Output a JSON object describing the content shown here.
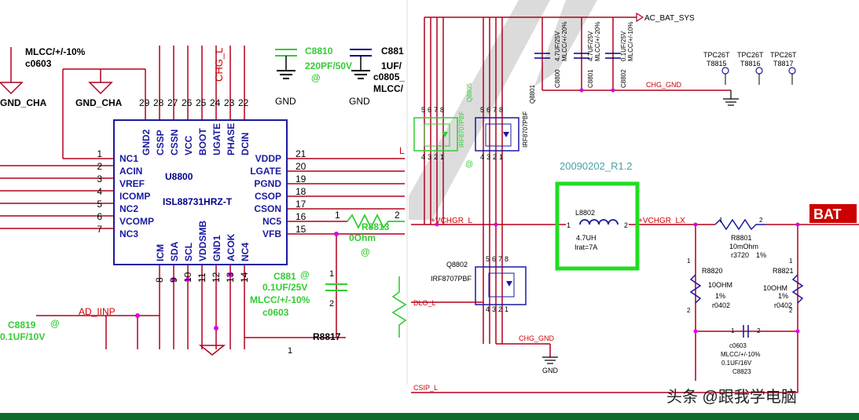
{
  "colors": {
    "wire": "#b2001d",
    "chip": "#1a1aa0",
    "label_red": "#cc0000",
    "label_green": "#33cc33",
    "highlight": "#22dd22",
    "bat_bg": "#cc0000",
    "footer": "#0e6b2c",
    "junction": "#e000e0"
  },
  "left": {
    "top_text_1": "MLCC/+/-10%",
    "top_text_2": "c0603",
    "gnd_left": "GND_CHA",
    "gnd_mid": "GND_CHA",
    "chg_label": "CHG_L",
    "c8810": {
      "name": "C8810",
      "value": "220PF/50V",
      "at": "@",
      "gnd": "GND"
    },
    "c881x": {
      "name": "C881",
      "value": "1UF/",
      "pkg": "c0805_",
      "mlcc": "MLCC/",
      "gnd": "GND"
    },
    "chip": {
      "ref": "U8800",
      "part": "ISL88731HRZ-T",
      "top_pin_names": [
        "GND2",
        "CSSP",
        "CSSN",
        "VCC",
        "BOOT",
        "UGATE",
        "PHASE",
        "DCIN"
      ],
      "top_pin_numbers": [
        "29",
        "28",
        "27",
        "26",
        "25",
        "24",
        "23",
        "22"
      ],
      "left_pins": [
        {
          "num": "1",
          "name": "NC1"
        },
        {
          "num": "2",
          "name": "ACIN"
        },
        {
          "num": "3",
          "name": "VREF"
        },
        {
          "num": "4",
          "name": "ICOMP"
        },
        {
          "num": "5",
          "name": "NC2"
        },
        {
          "num": "6",
          "name": "VCOMP"
        },
        {
          "num": "7",
          "name": "NC3"
        }
      ],
      "right_pins": [
        {
          "num": "21",
          "name": "VDDP"
        },
        {
          "num": "20",
          "name": "LGATE"
        },
        {
          "num": "19",
          "name": "PGND"
        },
        {
          "num": "18",
          "name": "CSOP"
        },
        {
          "num": "17",
          "name": "CSON"
        },
        {
          "num": "16",
          "name": "NC5"
        },
        {
          "num": "15",
          "name": "VFB"
        }
      ],
      "bottom_pin_names": [
        "ICM",
        "SDA",
        "SCL",
        "VDDSMB",
        "GND1",
        "ACOK",
        "NC4"
      ],
      "bottom_pin_numbers": [
        "8",
        "9",
        "10",
        "11",
        "12",
        "13",
        "14"
      ]
    },
    "r8813": {
      "pin1": "1",
      "pin2": "2",
      "name": "R8813",
      "value": "0Ohm",
      "at": "@"
    },
    "c881_bottom": {
      "name": "C881",
      "at": "@",
      "value": "0.1UF/25V",
      "mlcc": "MLCC/+/-10%",
      "pkg": "c0603",
      "pin1": "1",
      "pin2": "2"
    },
    "r8817": {
      "name": "R8817",
      "pin1": "1"
    },
    "c8819": {
      "name": "C8819",
      "at": "@",
      "value": "0.1UF/10V"
    },
    "ad_iinp": "AD_IINP"
  },
  "right": {
    "ac_bat_sys": "AC_BAT_SYS",
    "caps": [
      {
        "name": "C8800",
        "value": "4.7UF/25V",
        "mlcc": "MLCC/+/-20%"
      },
      {
        "name": "C8801",
        "value": "4.7UF/25V",
        "mlcc": "MLCC/+/-20%"
      },
      {
        "name": "C8802",
        "value": "0.1UF/25V",
        "mlcc": "MLCC/+/-10%"
      }
    ],
    "chg_gnd_top": "CHG_GND",
    "test_points": [
      {
        "type": "TPC26T",
        "name": "T8815"
      },
      {
        "type": "TPC26T",
        "name": "T8816"
      },
      {
        "type": "TPC26T",
        "name": "T8817"
      }
    ],
    "q8805": {
      "name": "Q8805",
      "part": "IRF8707PBF",
      "at": "@"
    },
    "q8801": {
      "name": "Q8801",
      "part": "IRF8707PBF"
    },
    "q8802": {
      "name": "Q8802",
      "part": "IRF8707PBF"
    },
    "mosfet_pins_top": [
      "5",
      "6",
      "7",
      "8"
    ],
    "mosfet_pins_bottom": [
      "4",
      "3",
      "2",
      "1"
    ],
    "version": "20090202_R1.2",
    "vchgr_l": "+VCHGR_L",
    "vchgr_lx": "+VCHGR_LX",
    "l8802": {
      "name": "L8802",
      "pin1": "1",
      "pin2": "2",
      "value": "4.7UH",
      "irat": "Irat=7A"
    },
    "bat": "BAT",
    "r8801": {
      "name": "R8801",
      "value": "10mOhm",
      "pkg": "r3720",
      "tol": "1%",
      "pin1": "1",
      "pin2": "2"
    },
    "r8820": {
      "name": "R8820",
      "value": "10OHM",
      "tol": "1%",
      "pkg": "r0402",
      "pin1": "1",
      "pin2": "2"
    },
    "r8821": {
      "name": "R8821",
      "value": "10OHM",
      "tol": "1%",
      "pkg": "r0402",
      "pin1": "1",
      "pin2": "2"
    },
    "c8823": {
      "name": "C8823",
      "pkg": "c0603",
      "mlcc": "MLCC/+/-10%",
      "value": "0.1UF/16V",
      "pin1": "1",
      "pin2": "2"
    },
    "chg_gnd_bottom": "CHG_GND",
    "gnd": "GND",
    "dlo_l": "DLO_L",
    "csip_l": "CSIP_L"
  },
  "watermark": "头条 @跟我学电脑"
}
